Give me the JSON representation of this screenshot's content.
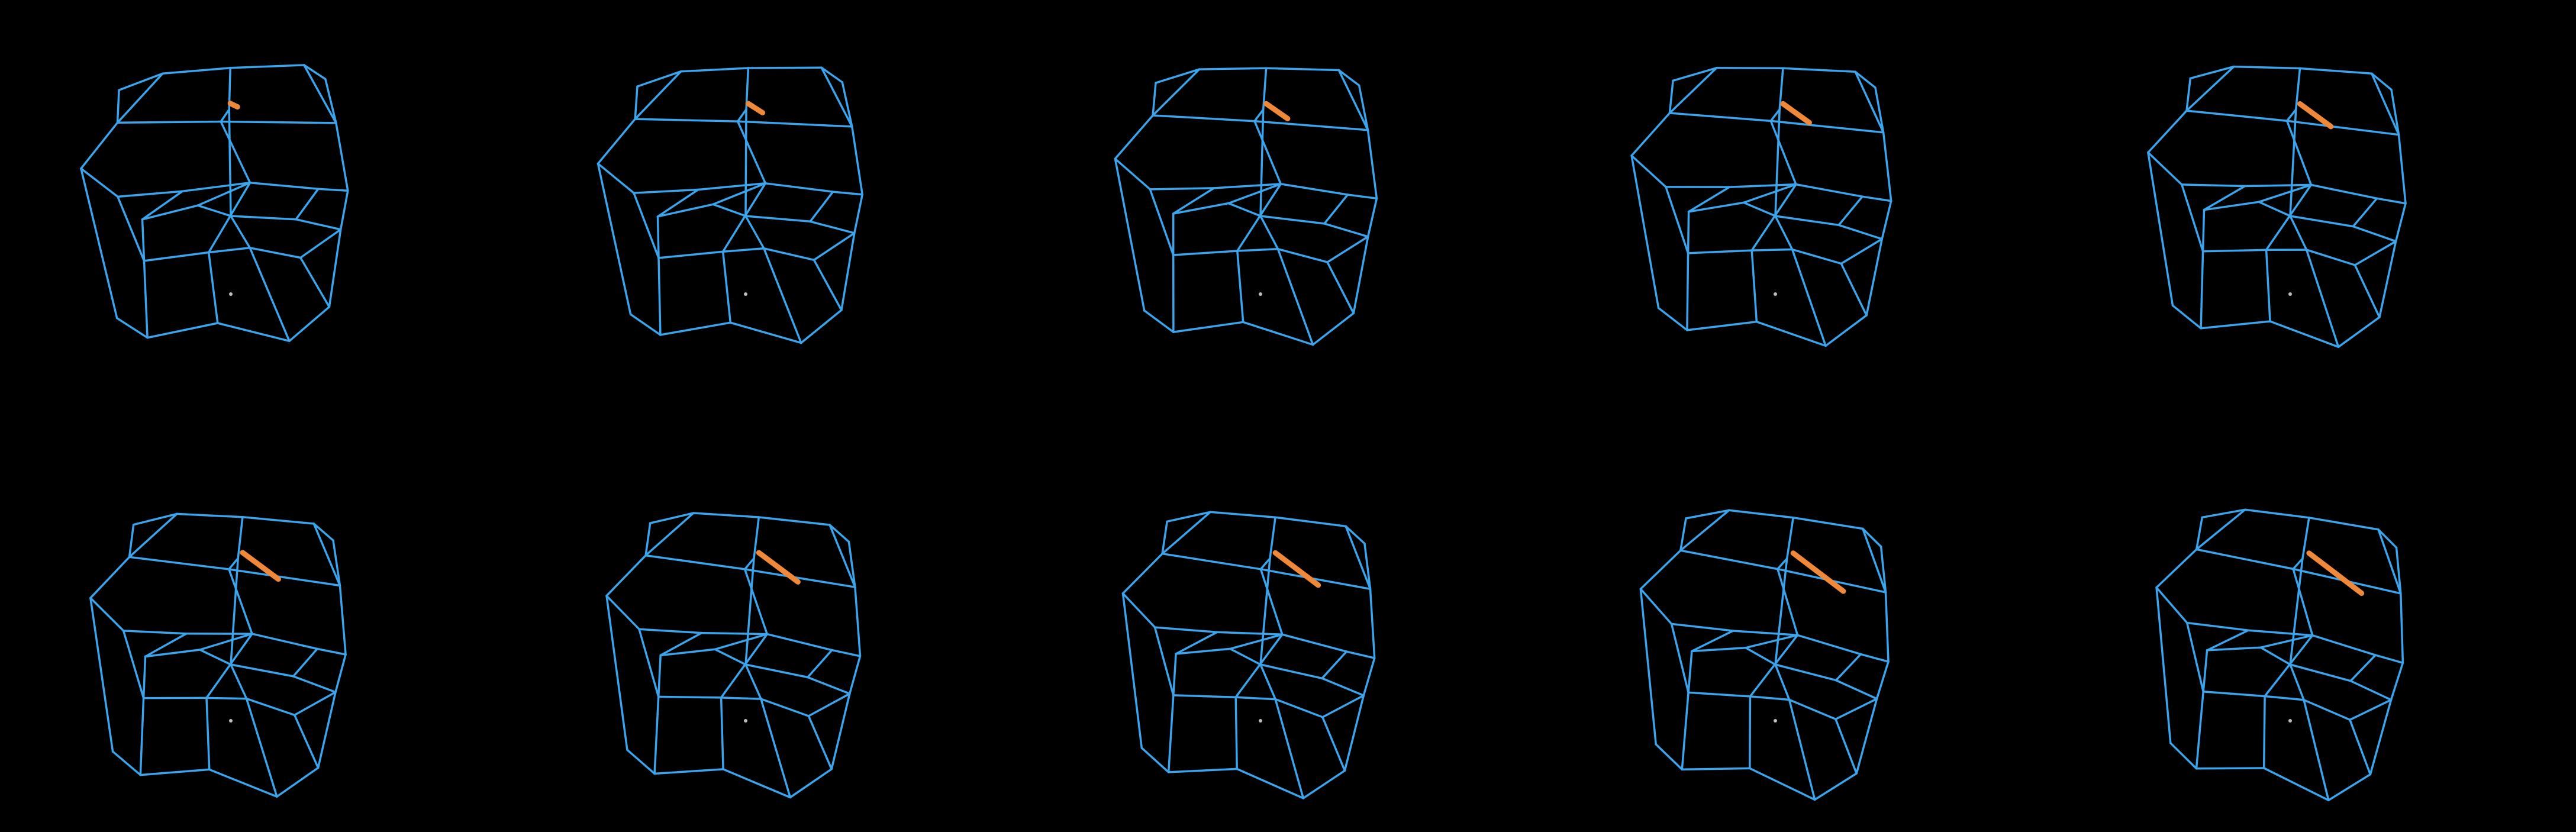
{
  "figure": {
    "background": "#000000",
    "edge_color": "#3aa4ec",
    "highlight_color": "#f0883a",
    "center_dot_color": "#bdbdbd",
    "rows": 2,
    "columns": 5,
    "panel_count": 10,
    "panels": [
      {
        "index": 1,
        "highlight_level": 0.05
      },
      {
        "index": 2,
        "highlight_level": 0.2
      },
      {
        "index": 3,
        "highlight_level": 0.35
      },
      {
        "index": 4,
        "highlight_level": 0.45
      },
      {
        "index": 5,
        "highlight_level": 0.55
      },
      {
        "index": 6,
        "highlight_level": 0.65
      },
      {
        "index": 7,
        "highlight_level": 0.72
      },
      {
        "index": 8,
        "highlight_level": 0.8
      },
      {
        "index": 9,
        "highlight_level": 0.95
      },
      {
        "index": 10,
        "highlight_level": 1.0
      }
    ]
  }
}
